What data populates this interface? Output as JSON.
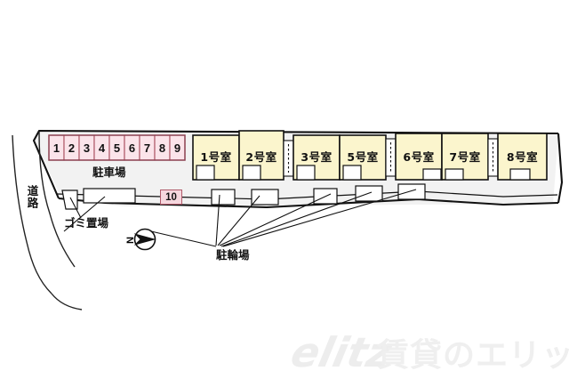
{
  "figure": {
    "kind": "property-site-layout-map",
    "title_text_present": false
  },
  "parking": {
    "area_label": "駐車場",
    "stalls": [
      "1",
      "2",
      "3",
      "4",
      "5",
      "6",
      "7",
      "8",
      "9"
    ],
    "extra_stall": "10",
    "stall_fill": "#fbe4ea",
    "stall_border": "#b05a6a"
  },
  "rooms": {
    "fill": "#fbf5cd",
    "border": "#111111",
    "units": [
      {
        "label": "1号室"
      },
      {
        "label": "2号室"
      },
      {
        "label": "3号室"
      },
      {
        "label": "5号室"
      },
      {
        "label": "6号室"
      },
      {
        "label": "7号室"
      },
      {
        "label": "8号室"
      }
    ]
  },
  "annotations": {
    "road_label": "道路",
    "trash_label": "ゴミ置場",
    "bicycle_label": "駐輪場",
    "compass_label": "N"
  },
  "watermark": {
    "logo_text": "elitz",
    "text": "賃貸のエリッツ",
    "color": "#eeeeee"
  },
  "colors": {
    "site_fill": "#f2f2f2",
    "background": "#ffffff",
    "outline": "#111111"
  }
}
